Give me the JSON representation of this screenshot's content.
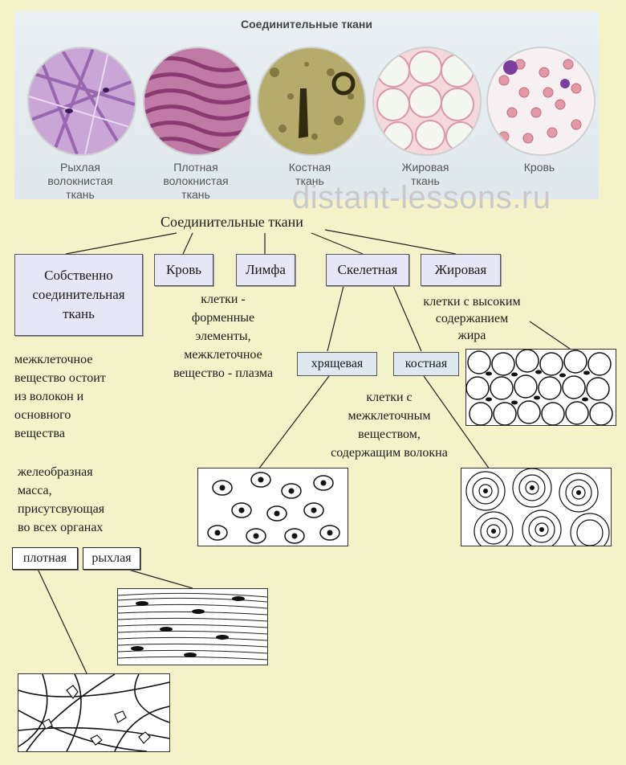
{
  "banner": {
    "title": "Соединительные ткани",
    "tissues": [
      {
        "label": "Рыхлая\nволокнистая\nткань"
      },
      {
        "label": "Плотная\nволокнистая\nткань"
      },
      {
        "label": "Костная\nткань"
      },
      {
        "label": "Жировая\nткань"
      },
      {
        "label": "Кровь"
      }
    ],
    "watermark": "distant-lessons.ru"
  },
  "diagram": {
    "root": "Соединительные ткани",
    "categories": {
      "proper": "Собственно\nсоединительная\nткань",
      "blood": "Кровь",
      "lymph": "Лимфа",
      "skeletal": "Скелетная",
      "adipose": "Жировая"
    },
    "skeletal_types": {
      "cartilage": "хрящевая",
      "bone": "костная"
    },
    "proper_types": {
      "dense": "плотная",
      "loose": "рыхлая"
    },
    "notes": {
      "blood": "клетки -\nформенные\nэлементы,\nмежклеточное\nвещество - плазма",
      "adipose": "клетки с высоким\nсодержанием\nжира",
      "skeletal": "клетки с\nмежклеточным\nвеществом,\nсодержащим волокна",
      "proper_substance": "межклеточное\nвещество остоит\nиз волокон и\nосновного\nвещества",
      "proper_mass": "желеобразная\nмасса,\nприсутсвующая\nво всех органах"
    }
  },
  "colors": {
    "background": "#f3f2c9",
    "category_box": "#e7e6f7",
    "subtype_box": "#dde8f1"
  }
}
